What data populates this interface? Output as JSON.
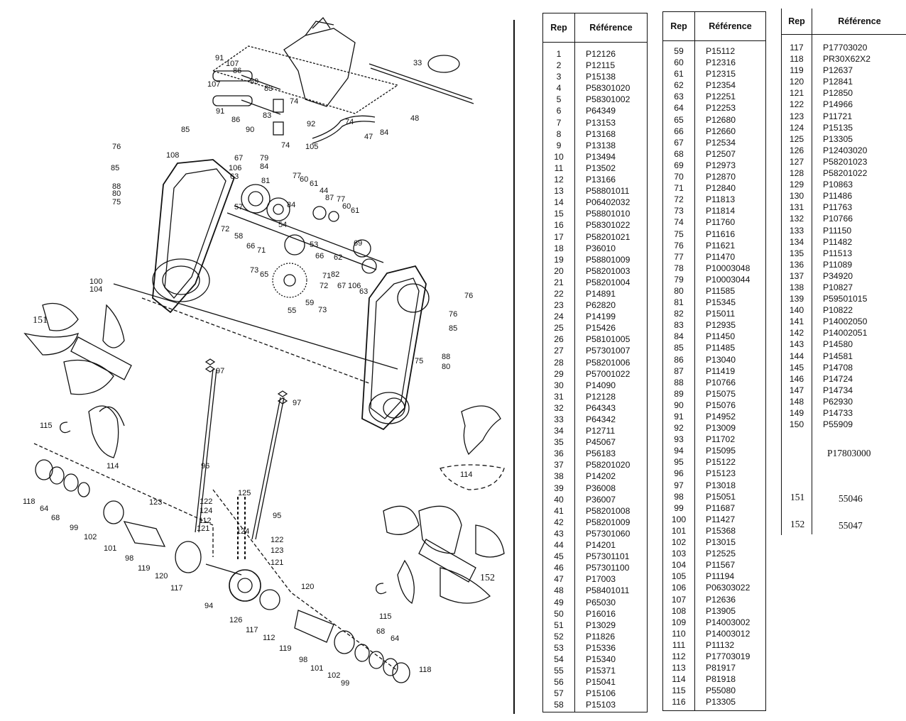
{
  "table1": {
    "head_rep": "Rep",
    "head_ref": "Référence",
    "rows": [
      [
        "1",
        "P12126"
      ],
      [
        "2",
        "P12115"
      ],
      [
        "3",
        "P15138"
      ],
      [
        "4",
        "P58301020"
      ],
      [
        "5",
        "P58301002"
      ],
      [
        "6",
        "P64349"
      ],
      [
        "7",
        "P13153"
      ],
      [
        "8",
        "P13168"
      ],
      [
        "9",
        "P13138"
      ],
      [
        "10",
        "P13494"
      ],
      [
        "11",
        "P13502"
      ],
      [
        "12",
        "P13166"
      ],
      [
        "13",
        "P58801011"
      ],
      [
        "14",
        "P06402032"
      ],
      [
        "15",
        "P58801010"
      ],
      [
        "16",
        "P58301022"
      ],
      [
        "17",
        "P58201021"
      ],
      [
        "18",
        "P36010"
      ],
      [
        "19",
        "P58801009"
      ],
      [
        "20",
        "P58201003"
      ],
      [
        "21",
        "P58201004"
      ],
      [
        "22",
        "P14891"
      ],
      [
        "23",
        "P62820"
      ],
      [
        "24",
        "P14199"
      ],
      [
        "25",
        "P15426"
      ],
      [
        "26",
        "P58101005"
      ],
      [
        "27",
        "P57301007"
      ],
      [
        "28",
        "P58201006"
      ],
      [
        "29",
        "P57001022"
      ],
      [
        "30",
        "P14090"
      ],
      [
        "31",
        "P12128"
      ],
      [
        "32",
        "P64343"
      ],
      [
        "33",
        "P64342"
      ],
      [
        "34",
        "P12711"
      ],
      [
        "35",
        "P45067"
      ],
      [
        "36",
        "P56183"
      ],
      [
        "37",
        "P58201020"
      ],
      [
        "38",
        "P14202"
      ],
      [
        "39",
        "P36008"
      ],
      [
        "40",
        "P36007"
      ],
      [
        "41",
        "P58201008"
      ],
      [
        "42",
        "P58201009"
      ],
      [
        "43",
        "P57301060"
      ],
      [
        "44",
        "P14201"
      ],
      [
        "45",
        "P57301101"
      ],
      [
        "46",
        "P57301100"
      ],
      [
        "47",
        "P17003"
      ],
      [
        "48",
        "P58401011"
      ],
      [
        "49",
        "P65030"
      ],
      [
        "50",
        "P16016"
      ],
      [
        "51",
        "P13029"
      ],
      [
        "52",
        "P11826"
      ],
      [
        "53",
        "P15336"
      ],
      [
        "54",
        "P15340"
      ],
      [
        "55",
        "P15371"
      ],
      [
        "56",
        "P15041"
      ],
      [
        "57",
        "P15106"
      ],
      [
        "58",
        "P15103"
      ]
    ]
  },
  "table2": {
    "head_rep": "Rep",
    "head_ref": "Référence",
    "rows": [
      [
        "59",
        "P15112"
      ],
      [
        "60",
        "P12316"
      ],
      [
        "61",
        "P12315"
      ],
      [
        "62",
        "P12354"
      ],
      [
        "63",
        "P12251"
      ],
      [
        "64",
        "P12253"
      ],
      [
        "65",
        "P12680"
      ],
      [
        "66",
        "P12660"
      ],
      [
        "67",
        "P12534"
      ],
      [
        "68",
        "P12507"
      ],
      [
        "69",
        "P12973"
      ],
      [
        "70",
        "P12870"
      ],
      [
        "71",
        "P12840"
      ],
      [
        "72",
        "P11813"
      ],
      [
        "73",
        "P11814"
      ],
      [
        "74",
        "P11760"
      ],
      [
        "75",
        "P11616"
      ],
      [
        "76",
        "P11621"
      ],
      [
        "77",
        "P11470"
      ],
      [
        "78",
        "P10003048"
      ],
      [
        "79",
        "P10003044"
      ],
      [
        "80",
        "P11585"
      ],
      [
        "81",
        "P15345"
      ],
      [
        "82",
        "P15011"
      ],
      [
        "83",
        "P12935"
      ],
      [
        "84",
        "P11450"
      ],
      [
        "85",
        "P11485"
      ],
      [
        "86",
        "P13040"
      ],
      [
        "87",
        "P11419"
      ],
      [
        "88",
        "P10766"
      ],
      [
        "89",
        "P15075"
      ],
      [
        "90",
        "P15076"
      ],
      [
        "91",
        "P14952"
      ],
      [
        "92",
        "P13009"
      ],
      [
        "93",
        "P11702"
      ],
      [
        "94",
        "P15095"
      ],
      [
        "95",
        "P15122"
      ],
      [
        "96",
        "P15123"
      ],
      [
        "97",
        "P13018"
      ],
      [
        "98",
        "P15051"
      ],
      [
        "99",
        "P11687"
      ],
      [
        "100",
        "P11427"
      ],
      [
        "101",
        "P15368"
      ],
      [
        "102",
        "P13015"
      ],
      [
        "103",
        "P12525"
      ],
      [
        "104",
        "P11567"
      ],
      [
        "105",
        "P11194"
      ],
      [
        "106",
        "P06303022"
      ],
      [
        "107",
        "P12636"
      ],
      [
        "108",
        "P13905"
      ],
      [
        "109",
        "P14003002"
      ],
      [
        "110",
        "P14003012"
      ],
      [
        "111",
        "P11132"
      ],
      [
        "112",
        "P17703019"
      ],
      [
        "113",
        "P81917"
      ],
      [
        "114",
        "P81918"
      ],
      [
        "115",
        "P55080"
      ],
      [
        "116",
        "P13305"
      ]
    ]
  },
  "table3": {
    "head_rep": "Rep",
    "head_ref": "Référence",
    "rows": [
      [
        "117",
        "P17703020"
      ],
      [
        "118",
        "PR30X62X2"
      ],
      [
        "119",
        "P12637"
      ],
      [
        "120",
        "P12841"
      ],
      [
        "121",
        "P12850"
      ],
      [
        "122",
        "P14966"
      ],
      [
        "123",
        "P11721"
      ],
      [
        "124",
        "P15135"
      ],
      [
        "125",
        "P13305"
      ],
      [
        "126",
        "P12403020"
      ],
      [
        "127",
        "P58201023"
      ],
      [
        "128",
        "P58201022"
      ],
      [
        "129",
        "P10863"
      ],
      [
        "130",
        "P11486"
      ],
      [
        "131",
        "P11763"
      ],
      [
        "132",
        "P10766"
      ],
      [
        "133",
        "P11150"
      ],
      [
        "134",
        "P11482"
      ],
      [
        "135",
        "P11513"
      ],
      [
        "136",
        "P11089"
      ],
      [
        "137",
        "P34920"
      ],
      [
        "138",
        "P10827"
      ],
      [
        "139",
        "P59501015"
      ],
      [
        "140",
        "P10822"
      ],
      [
        "141",
        "P14002050"
      ],
      [
        "142",
        "P14002051"
      ],
      [
        "143",
        "P14580"
      ],
      [
        "144",
        "P14581"
      ],
      [
        "145",
        "P14708"
      ],
      [
        "146",
        "P14724"
      ],
      [
        "147",
        "P14734"
      ],
      [
        "148",
        "P62930"
      ],
      [
        "149",
        "P14733"
      ],
      [
        "150",
        "P55909"
      ]
    ],
    "extra_ref": "P17803000",
    "row151_rep": "151",
    "row151_ref": "55046",
    "row152_rep": "152",
    "row152_ref": "55047"
  },
  "diagram": {
    "callouts": [
      "33",
      "48",
      "47",
      "84",
      "74",
      "92",
      "105",
      "91",
      "107",
      "86",
      "89",
      "83",
      "74",
      "107",
      "91",
      "86",
      "90",
      "83",
      "74",
      "85",
      "76",
      "108",
      "85",
      "88",
      "80",
      "75",
      "67",
      "79",
      "84",
      "106",
      "63",
      "81",
      "77",
      "60",
      "61",
      "44",
      "87",
      "77",
      "60",
      "61",
      "84",
      "57",
      "72",
      "58",
      "54",
      "66",
      "71",
      "53",
      "69",
      "73",
      "65",
      "62",
      "82",
      "106",
      "63",
      "67",
      "72",
      "66",
      "71",
      "59",
      "73",
      "55",
      "100",
      "104",
      "76",
      "76",
      "85",
      "88",
      "75",
      "80",
      "97",
      "97",
      "115",
      "114",
      "96",
      "118",
      "64",
      "68",
      "99",
      "102",
      "101",
      "98",
      "119",
      "120",
      "117",
      "123",
      "122",
      "124",
      "112",
      "121",
      "125",
      "95",
      "124",
      "122",
      "123",
      "121",
      "94",
      "126",
      "117",
      "112",
      "120",
      "119",
      "98",
      "101",
      "102",
      "99",
      "68",
      "64",
      "118",
      "115",
      "114"
    ],
    "label_151": "151",
    "label_152": "152"
  }
}
